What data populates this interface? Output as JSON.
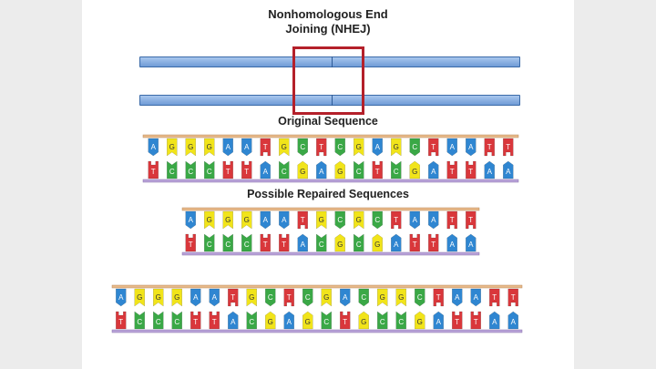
{
  "title": {
    "line1": "Nonhomologous End",
    "line2": "Joining (NHEJ)"
  },
  "original": {
    "label": "Original Sequence",
    "top": [
      "A",
      "G",
      "G",
      "G",
      "A",
      "A",
      "T",
      "G",
      "C",
      "T",
      "C",
      "G",
      "A",
      "G",
      "C",
      "T",
      "A",
      "A",
      "T",
      "T"
    ],
    "bottom": [
      "T",
      "C",
      "C",
      "C",
      "T",
      "T",
      "A",
      "C",
      "G",
      "A",
      "G",
      "C",
      "T",
      "C",
      "G",
      "A",
      "T",
      "T",
      "A",
      "A"
    ]
  },
  "repaired": {
    "label": "Possible Repaired Sequences",
    "seq1": {
      "top": [
        "A",
        "G",
        "G",
        "G",
        "A",
        "A",
        "T",
        "G",
        "C",
        "G",
        "C",
        "T",
        "A",
        "A",
        "T",
        "T"
      ],
      "bottom": [
        "T",
        "C",
        "C",
        "C",
        "T",
        "T",
        "A",
        "C",
        "G",
        "C",
        "G",
        "A",
        "T",
        "T",
        "A",
        "A"
      ]
    },
    "seq2": {
      "top": [
        "A",
        "G",
        "G",
        "G",
        "A",
        "A",
        "T",
        "G",
        "C",
        "T",
        "C",
        "G",
        "A",
        "C",
        "G",
        "G",
        "C",
        "T",
        "A",
        "A",
        "T",
        "T"
      ],
      "bottom": [
        "T",
        "C",
        "C",
        "C",
        "T",
        "T",
        "A",
        "C",
        "G",
        "A",
        "G",
        "C",
        "T",
        "G",
        "C",
        "C",
        "G",
        "A",
        "T",
        "T",
        "A",
        "A"
      ]
    }
  },
  "colors": {
    "A": "#2f86d1",
    "T": "#d9373b",
    "G": "#f1e41a",
    "C": "#3aa846",
    "backbone_top": "#e8b98a",
    "backbone_bottom": "#b9a3d9",
    "chromosome": "#7fa8dd",
    "highlight": "#b4202a"
  }
}
